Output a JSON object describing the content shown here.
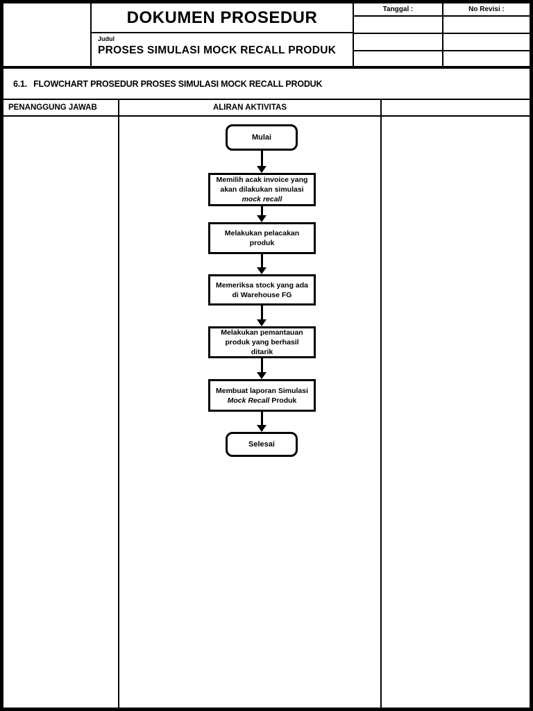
{
  "header": {
    "title": "DOKUMEN PROSEDUR",
    "judul_label": "Judul",
    "judul_value": "PROSES SIMULASI MOCK RECALL PRODUK",
    "tanggal_label": "Tanggal :",
    "no_revisi_label": "No Revisi :"
  },
  "section": {
    "number": "6.1.",
    "heading": "FLOWCHART PROSEDUR PROSES SIMULASI MOCK RECALL PRODUK"
  },
  "table": {
    "columns": [
      "PENANGGUNG JAWAB",
      "ALIRAN AKTIVITAS",
      ""
    ]
  },
  "flowchart": {
    "start_label": "Mulai",
    "end_label": "Selesai",
    "steps": [
      {
        "lines": [
          [
            {
              "t": "Memilih acak invoice yang",
              "i": false
            }
          ],
          [
            {
              "t": "akan dilakukan simulasi",
              "i": false
            }
          ],
          [
            {
              "t": "mock recall",
              "i": true
            }
          ]
        ]
      },
      {
        "lines": [
          [
            {
              "t": "Melakukan pelacakan",
              "i": false
            }
          ],
          [
            {
              "t": "produk",
              "i": false
            }
          ]
        ]
      },
      {
        "lines": [
          [
            {
              "t": "Memeriksa stock yang ada",
              "i": false
            }
          ],
          [
            {
              "t": "di Warehouse FG",
              "i": false
            }
          ]
        ]
      },
      {
        "lines": [
          [
            {
              "t": "Melakukan pemantauan",
              "i": false
            }
          ],
          [
            {
              "t": "produk yang berhasil",
              "i": false
            }
          ],
          [
            {
              "t": "ditarik",
              "i": false
            }
          ]
        ]
      },
      {
        "lines": [
          [
            {
              "t": "Membuat laporan Simulasi",
              "i": false
            }
          ],
          [
            {
              "t": "Mock Recall",
              "i": true
            },
            {
              "t": " Produk",
              "i": false
            }
          ]
        ]
      }
    ]
  },
  "colors": {
    "ink": "#000000",
    "paper": "#ffffff"
  }
}
